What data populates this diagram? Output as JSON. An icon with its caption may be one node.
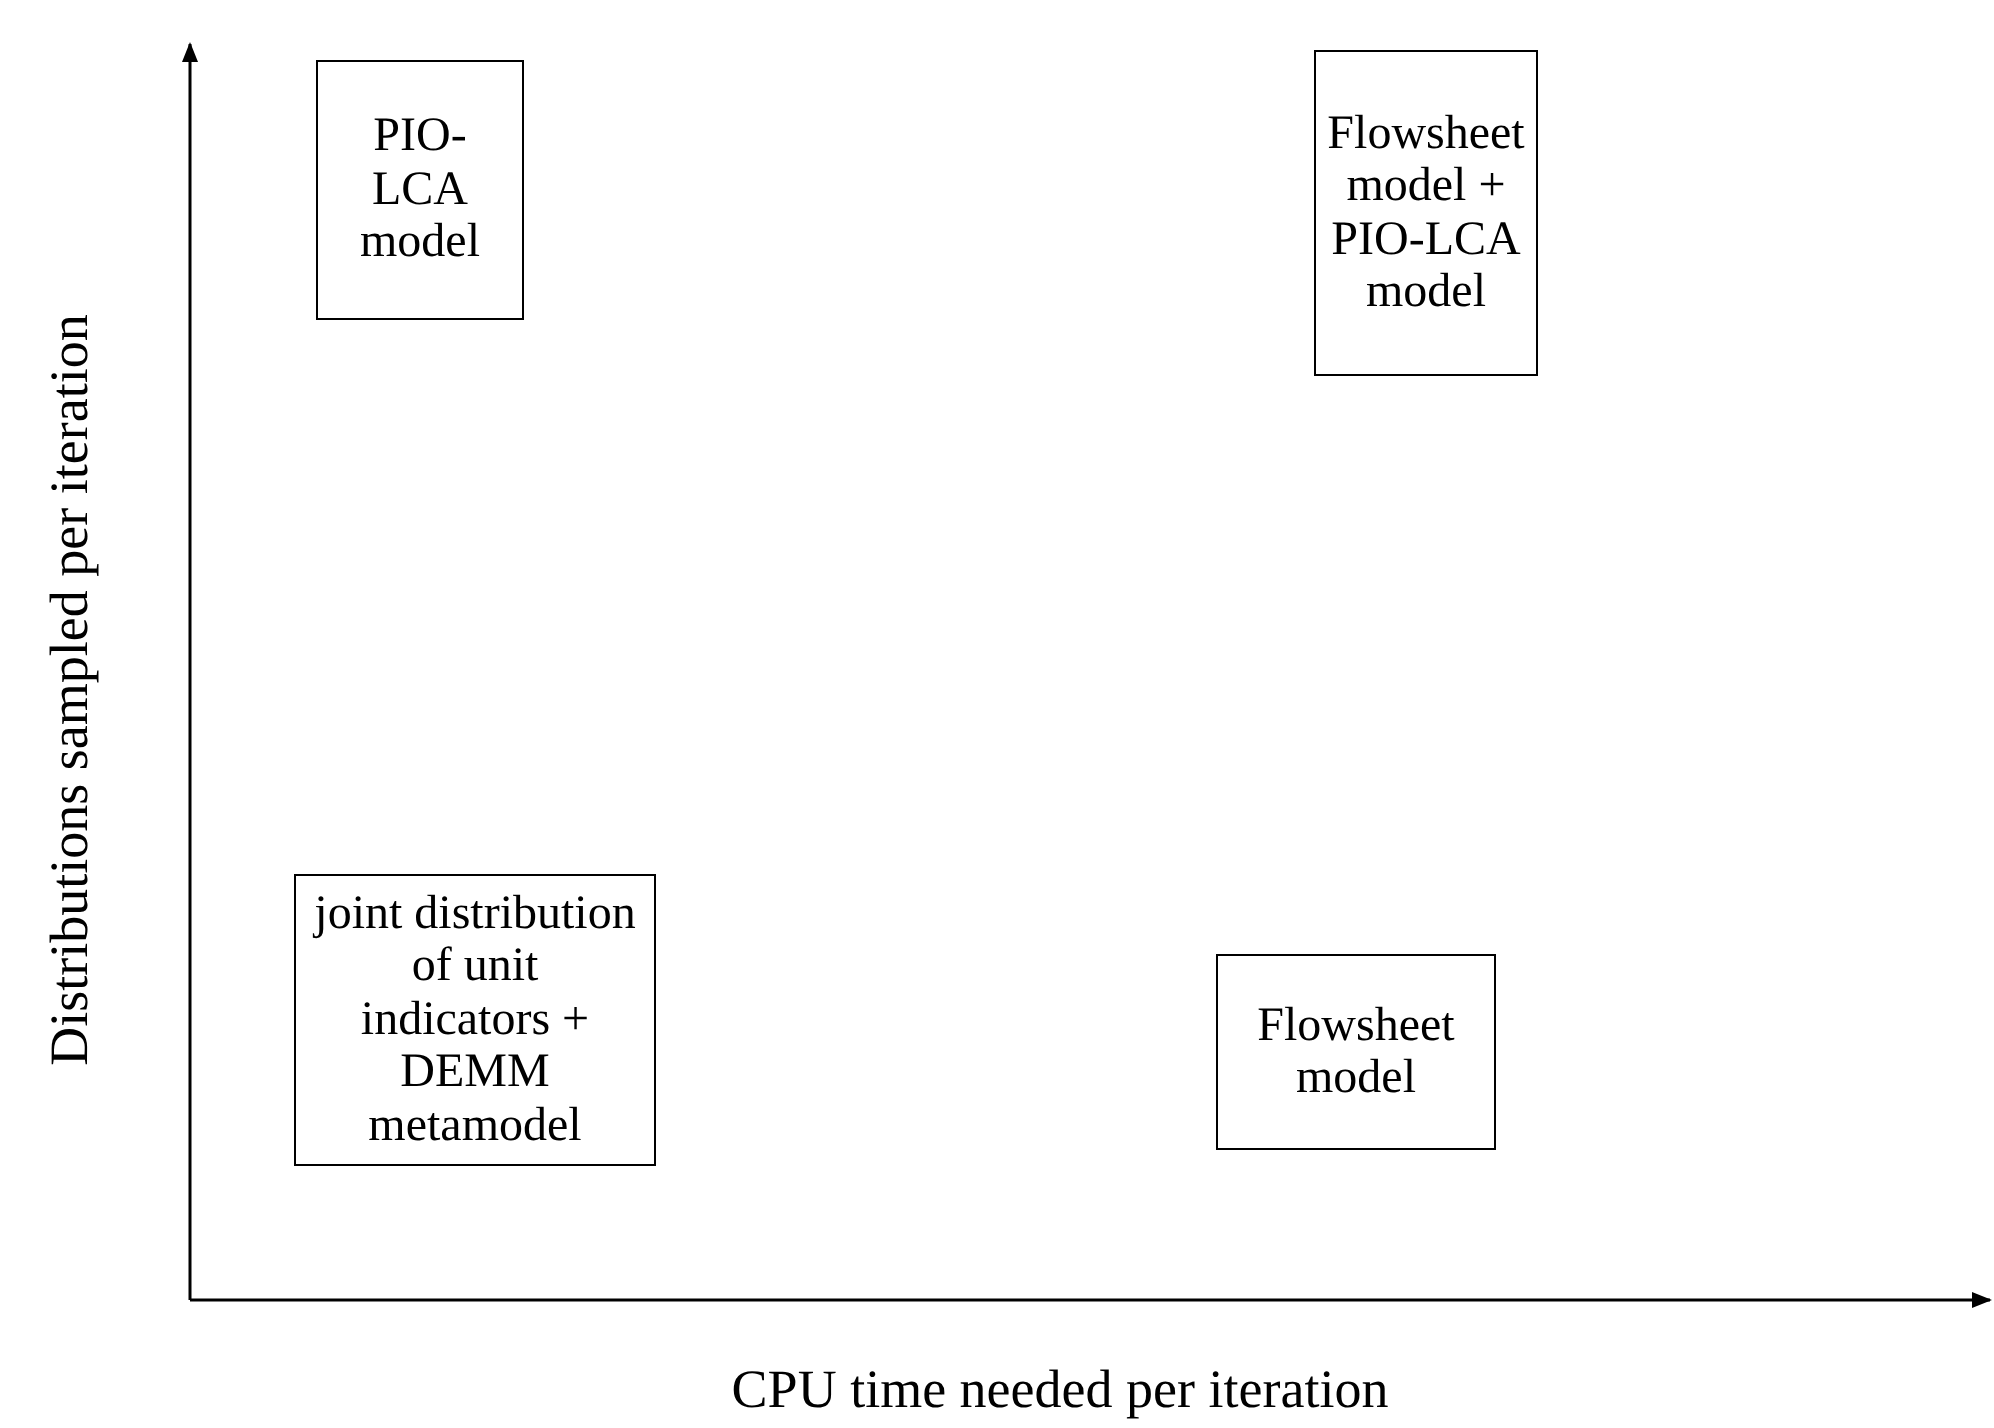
{
  "diagram": {
    "nodes": [
      {
        "text": [
          "PIO-LCA model"
        ]
      },
      {
        "text": [
          "Flowsheet model + PIO-LCA model"
        ]
      },
      {
        "text": [
          "joint distribution of unit indicators + DEMM metamodel"
        ]
      },
      {
        "text": [
          "Flowsheet model"
        ]
      }
    ],
    "edges": [],
    "labels": [
      "Distributions sampled per iteration",
      "CPU time needed per iteration"
    ]
  }
}
